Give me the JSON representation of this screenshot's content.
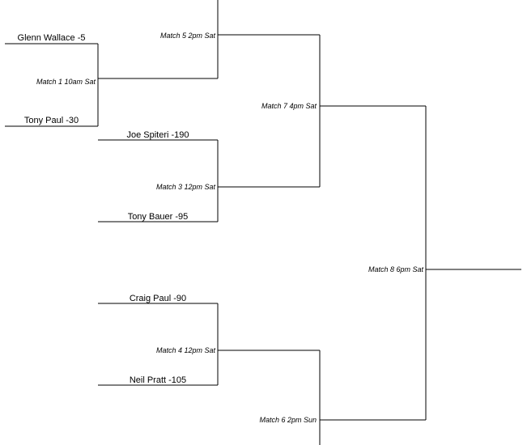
{
  "bracket": {
    "players": {
      "p1": "Glenn Wallace -5",
      "p2": "Tony Paul -30",
      "p3": "Joe Spiteri -190",
      "p4": "Tony Bauer -95",
      "p5": "Craig Paul -90",
      "p6": "Neil Pratt -105"
    },
    "matches": {
      "m1": "Match 1 10am Sat",
      "m3": "Match 3 12pm Sat",
      "m4": "Match 4 12pm Sat",
      "m5": "Match 5 2pm Sat",
      "m6": "Match 6 2pm Sun",
      "m7": "Match 7 4pm Sat",
      "m8": "Match 8 6pm Sat"
    }
  }
}
